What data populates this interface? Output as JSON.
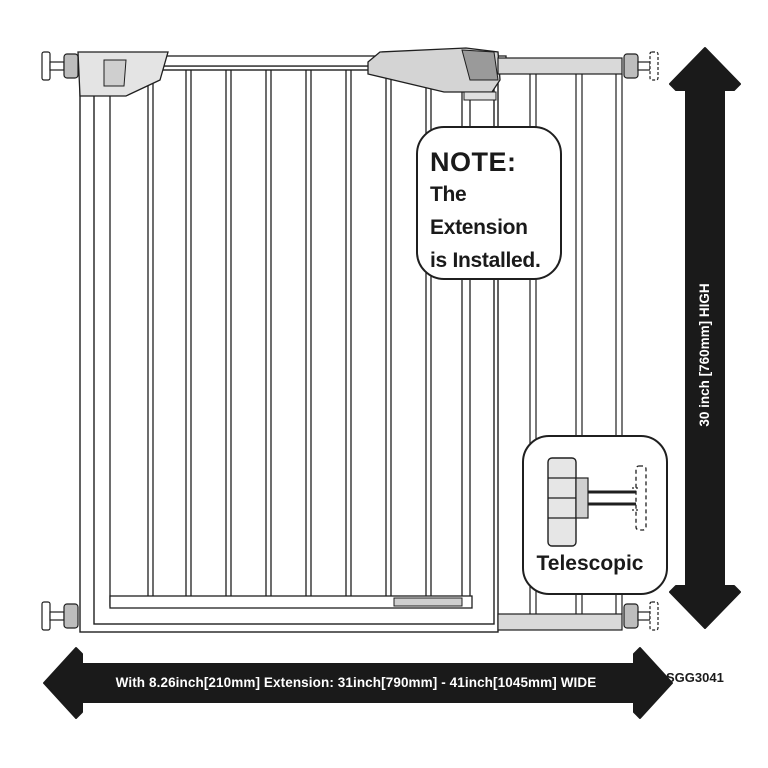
{
  "note": {
    "title": "NOTE:",
    "line1": "The Extension",
    "line2": "is Installed."
  },
  "inset": {
    "label": "Telescopic"
  },
  "dimensions": {
    "width_text": "With 8.26inch[210mm] Extension: 31inch[790mm] - 41inch[1045mm] WIDE",
    "height_text": "30 inch [760mm] HIGH"
  },
  "model": "SGG3041",
  "colors": {
    "outline": "#1f1f1f",
    "arrow": "#1a1a1a",
    "extension_fill": "#d9d9d9",
    "background": "#ffffff"
  }
}
